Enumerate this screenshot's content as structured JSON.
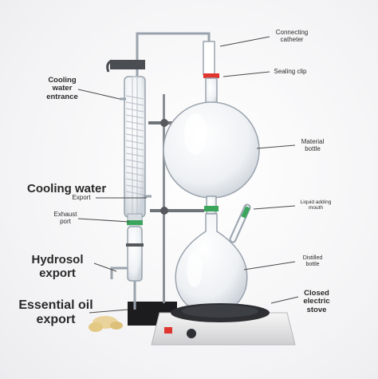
{
  "labels": {
    "connecting_catheter": "Connecting\ncatheter",
    "sealing_clip": "Sealing clip",
    "cooling_water_entrance": "Cooling\nwater\nentrance",
    "material_bottle": "Material\nbottle",
    "cooling_water": "Cooling water",
    "export": "Export",
    "liquid_adding_mouth": "Liquid adding\nmouth",
    "exhaust_port": "Exhaust\nport",
    "hydrosol_export": "Hydrosol\nexport",
    "distilled_bottle": "Distilled\nbottle",
    "closed_electric_stove": "Closed\nelectric\nstove",
    "essential_oil_export": "Essential oil\nexport"
  },
  "colors": {
    "glass_stroke": "#9aa3ad",
    "seal_red": "#e0342e",
    "clip_green": "#3ba55c",
    "stove_dark": "#2d2f33",
    "base_black": "#1c1c1e",
    "oil_amber": "#e9d39a"
  }
}
